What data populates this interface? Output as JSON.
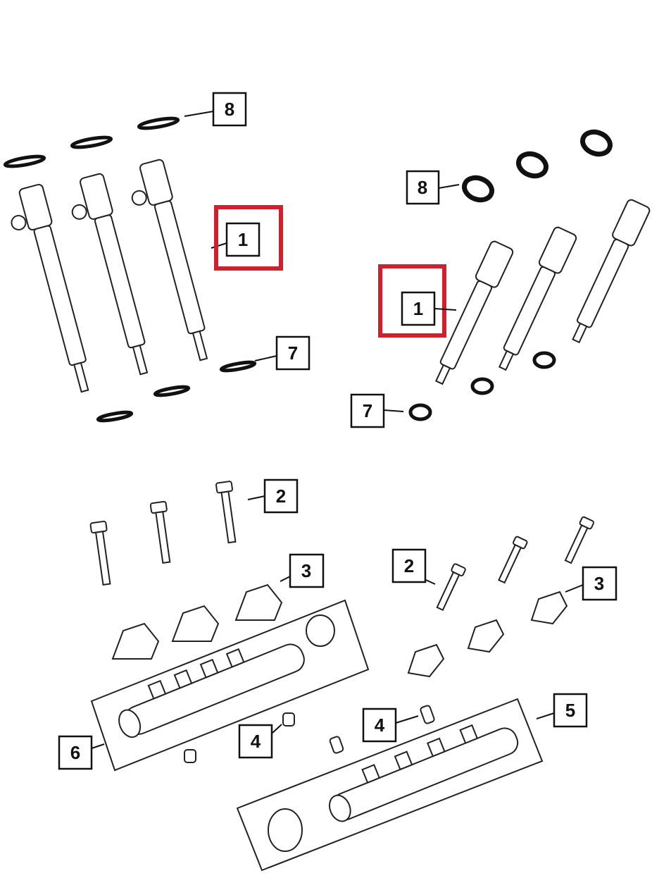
{
  "diagram": {
    "highlight_color": "#d0202e",
    "callouts": {
      "tl_8": "8",
      "tl_1": "1",
      "tl_7": "7",
      "tr_8": "8",
      "tr_1": "1",
      "tr_7": "7",
      "bl_2": "2",
      "bl_3": "3",
      "bl_4": "4",
      "bl_6": "6",
      "br_2": "2",
      "br_3": "3",
      "br_4": "4",
      "br_5": "5"
    }
  }
}
